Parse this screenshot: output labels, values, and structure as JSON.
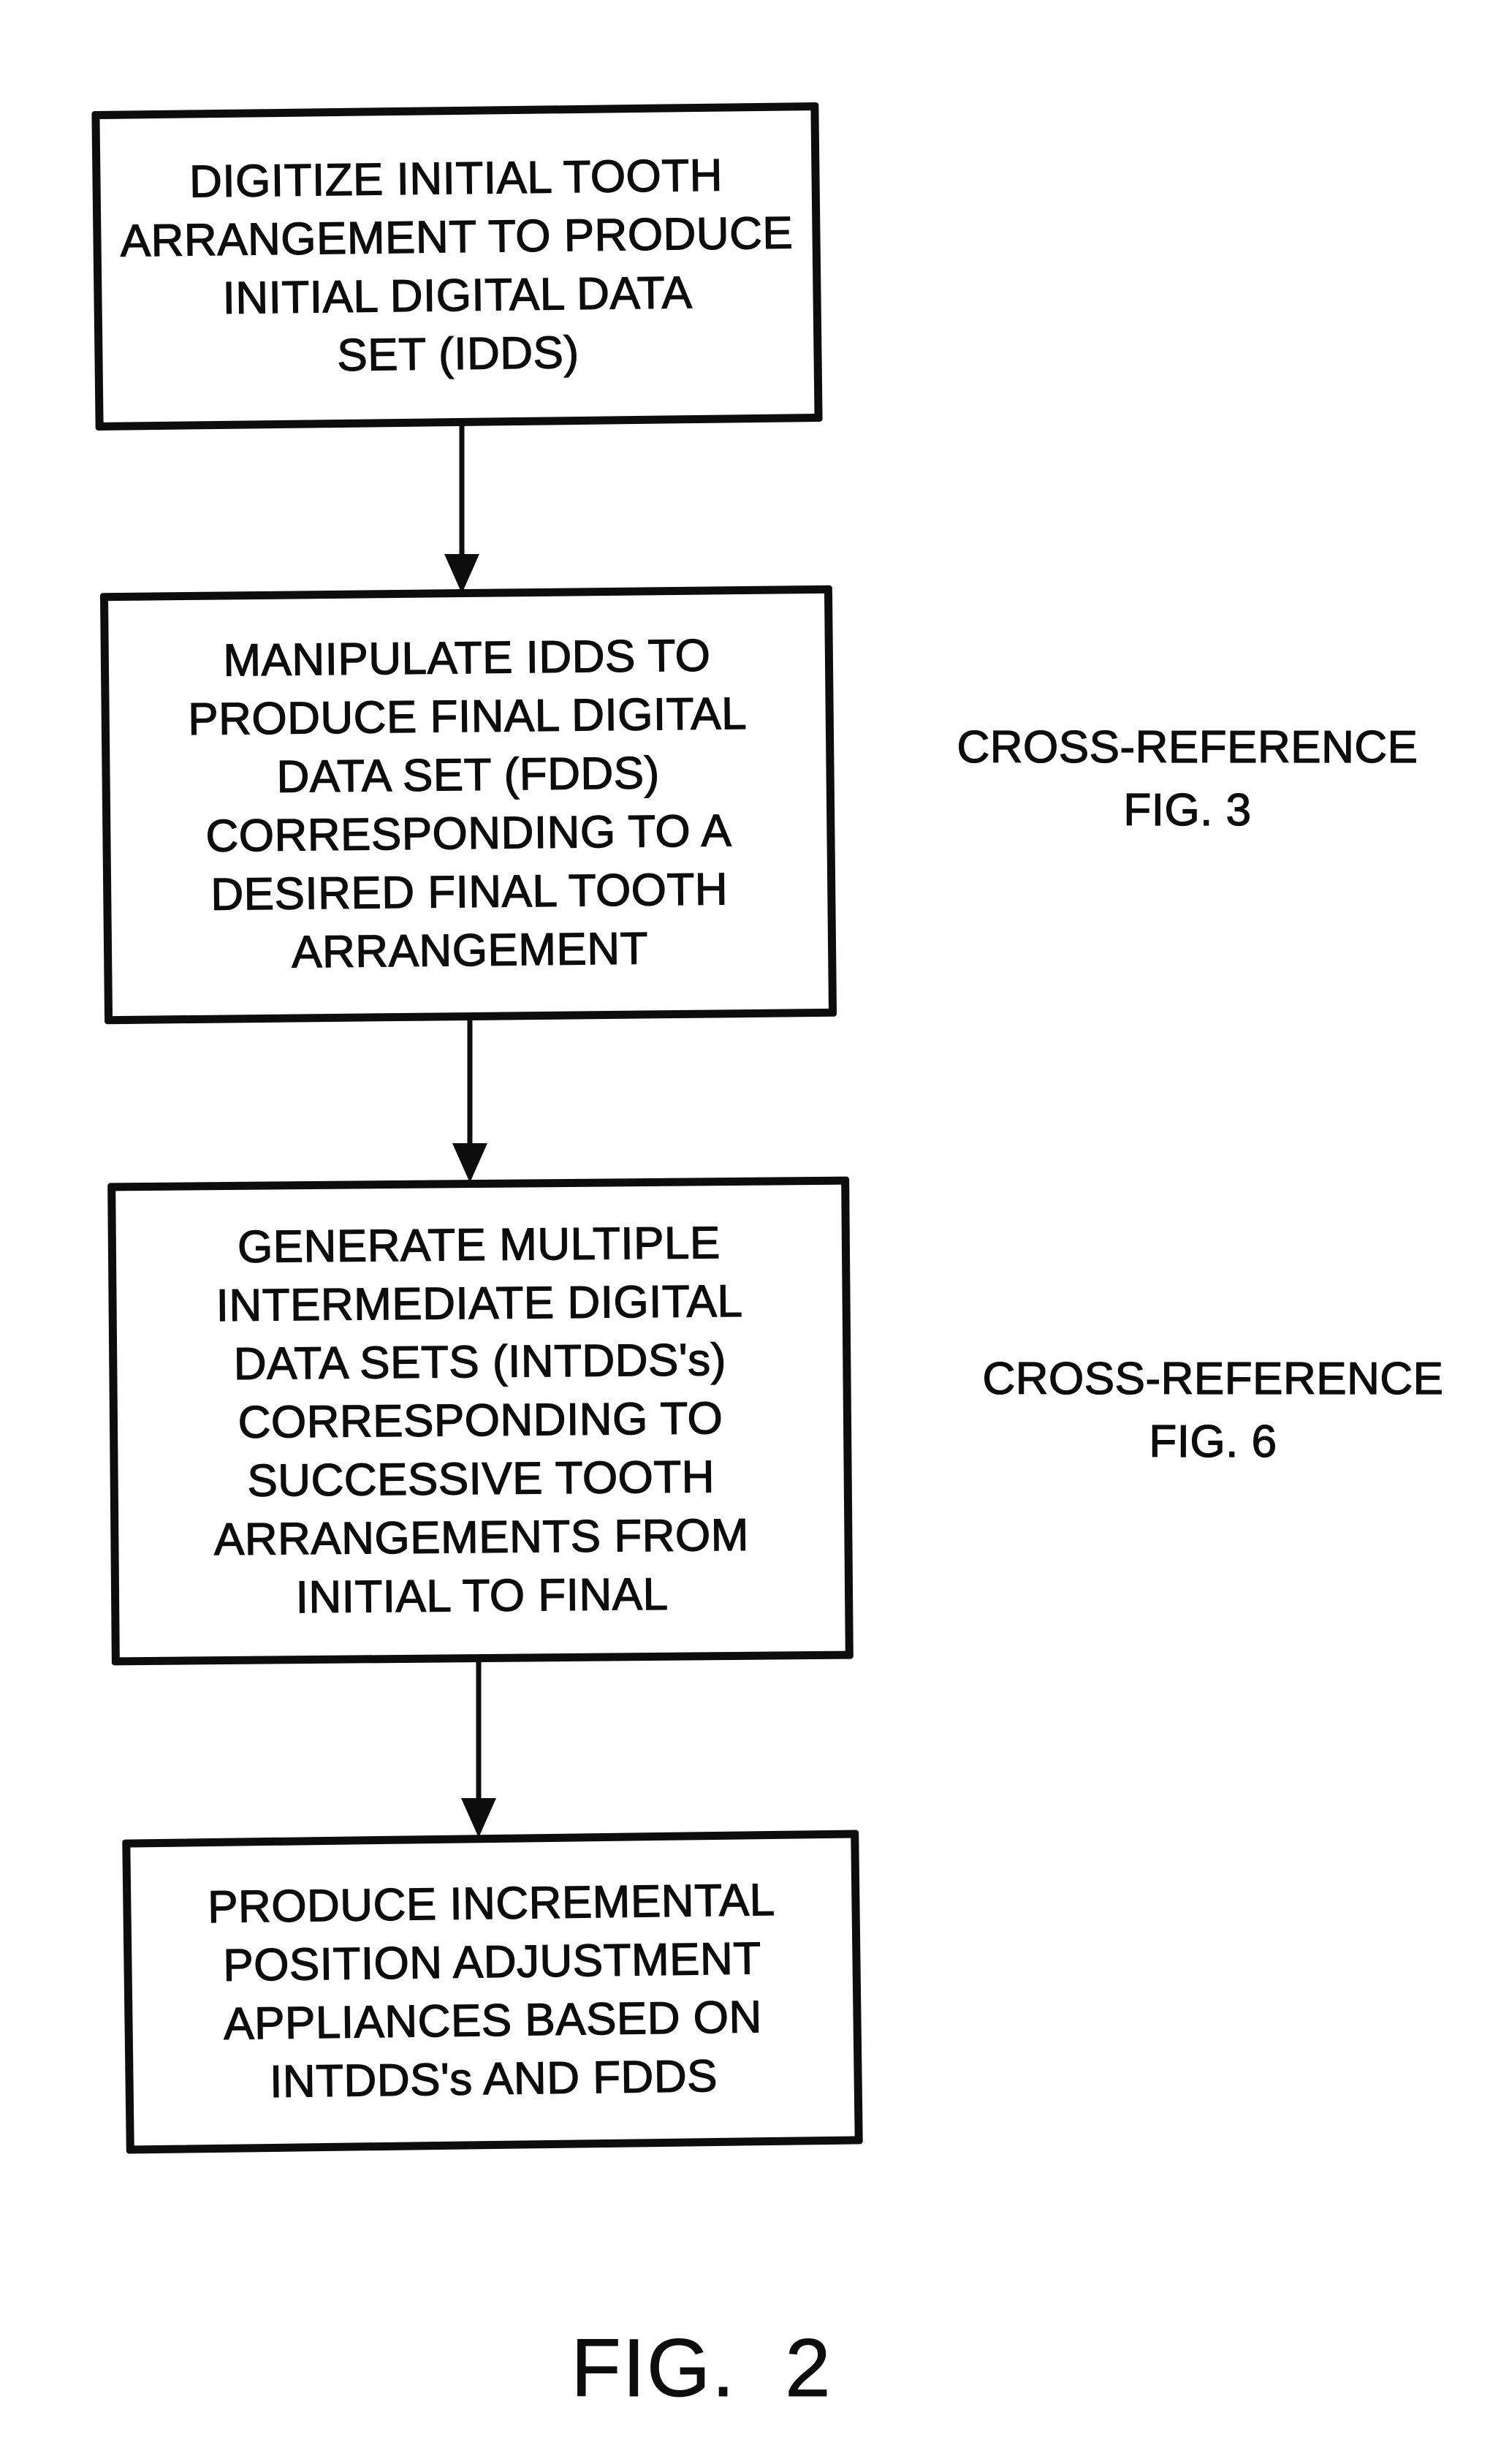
{
  "figure": {
    "caption": "FIG. 2"
  },
  "flowchart": {
    "steps": [
      {
        "label": "DIGITIZE INITIAL TOOTH\nARRANGEMENT TO PRODUCE\nINITIAL DIGITAL DATA\nSET (IDDS)"
      },
      {
        "label": "MANIPULATE IDDS TO\nPRODUCE FINAL DIGITAL\nDATA SET (FDDS)\nCORRESPONDING TO A\nDESIRED FINAL TOOTH\nARRANGEMENT",
        "cross_reference": "CROSS-REFERENCE\nFIG. 3"
      },
      {
        "label": "GENERATE MULTIPLE\nINTERMEDIATE DIGITAL\nDATA SETS (INTDDS's)\nCORRESPONDING TO\nSUCCESSIVE TOOTH\nARRANGEMENTS FROM\nINITIAL TO FINAL",
        "cross_reference": "CROSS-REFERENCE\nFIG. 6"
      },
      {
        "label": "PRODUCE INCREMENTAL\nPOSITION ADJUSTMENT\nAPPLIANCES BASED ON\nINTDDS's AND FDDS"
      }
    ]
  },
  "colors": {
    "ink": "#0d0d0d",
    "paper": "#ffffff"
  }
}
